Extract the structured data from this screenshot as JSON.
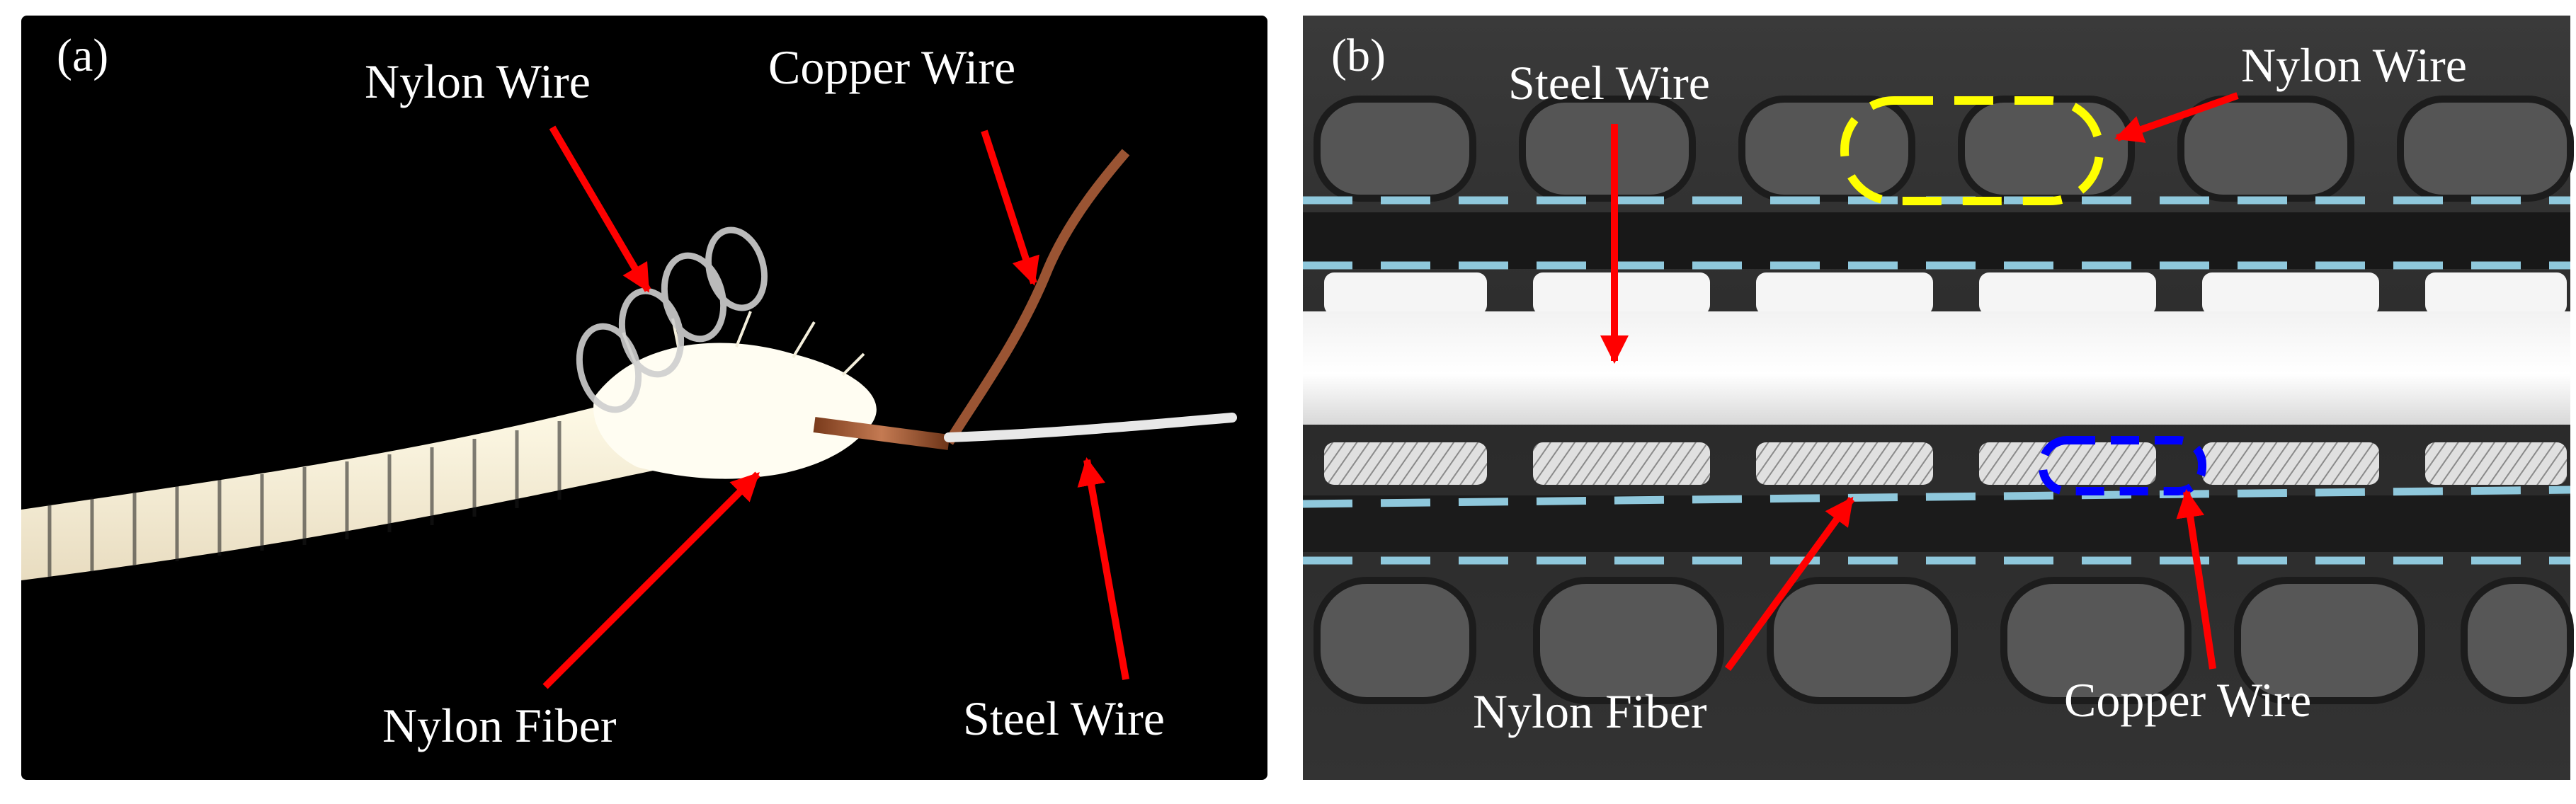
{
  "panel_a": {
    "tag": "(a)",
    "labels": {
      "nylon_wire": "Nylon Wire",
      "copper_wire": "Copper Wire",
      "nylon_fiber": "Nylon Fiber",
      "steel_wire": "Steel Wire"
    }
  },
  "panel_b": {
    "tag": "(b)",
    "labels": {
      "steel_wire": "Steel Wire",
      "nylon_wire": "Nylon Wire",
      "nylon_fiber": "Nylon Fiber",
      "copper_wire": "Copper Wire"
    }
  },
  "colors": {
    "arrow": "#ff0000",
    "nylon_wire_outline": "#ffff00",
    "copper_wire_outline": "#0000ff",
    "layer_boundary": "#8fc8dc"
  }
}
